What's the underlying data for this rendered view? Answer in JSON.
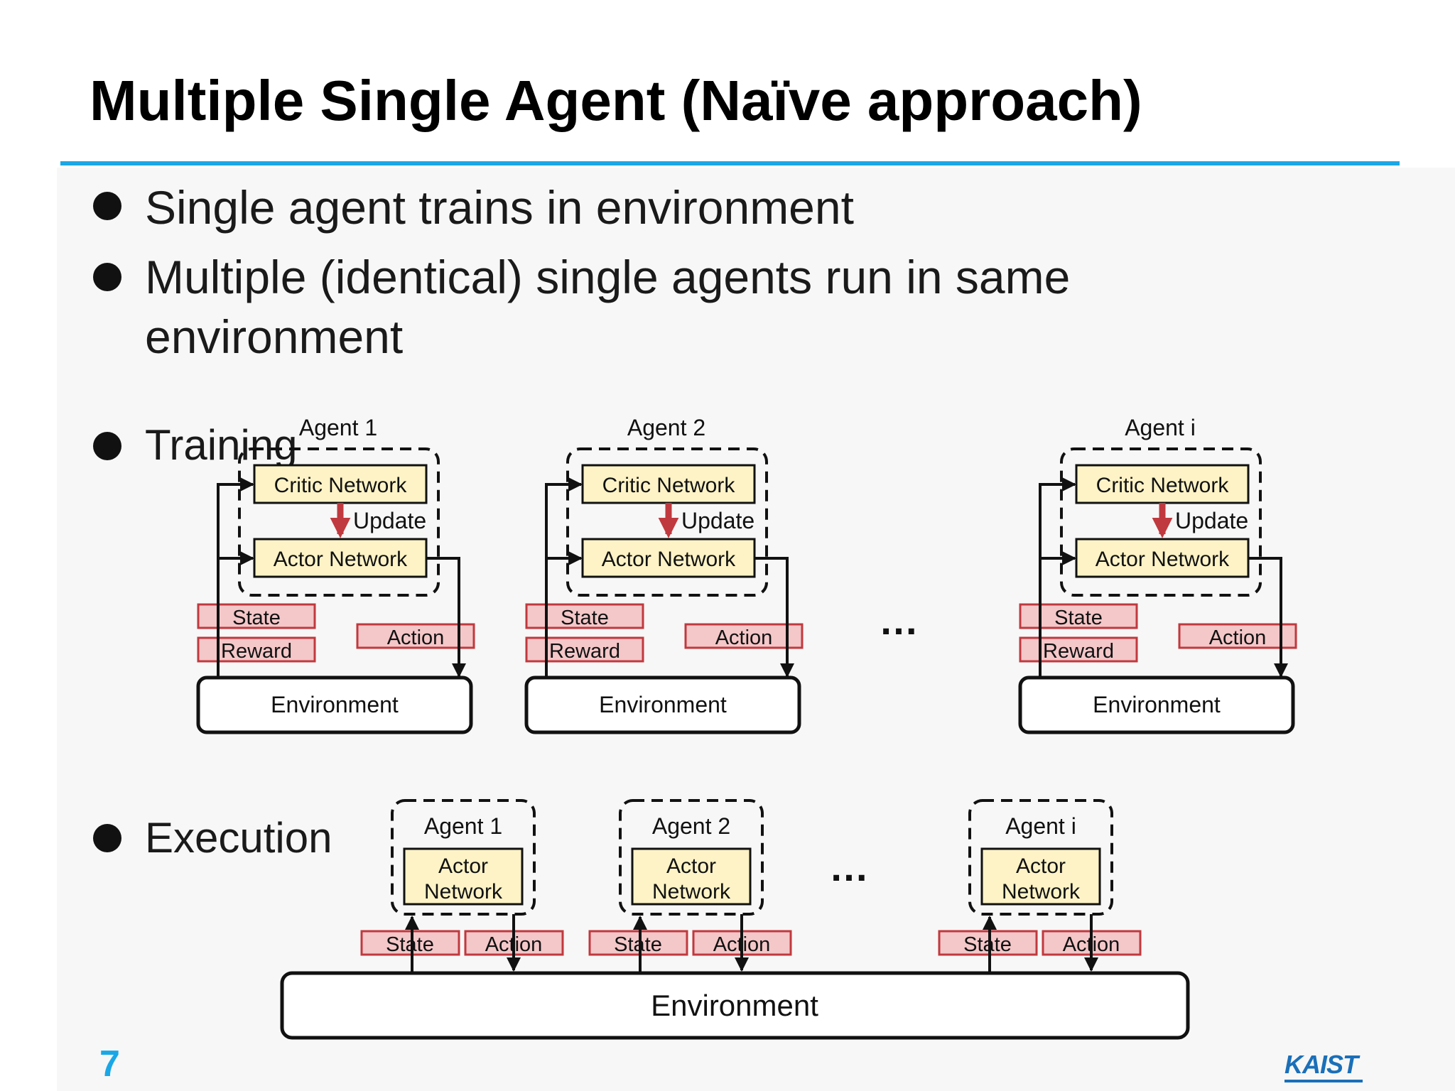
{
  "slide": {
    "title": "Multiple Single Agent (Naïve approach)",
    "page_number": "7",
    "logo_text": "KAIST"
  },
  "bullets": [
    {
      "text": "Single agent trains in environment"
    },
    {
      "text_line1": "Multiple (identical) single agents run in same",
      "text_line2": "environment"
    },
    {
      "text": "Training"
    },
    {
      "text": "Execution"
    }
  ],
  "training": {
    "agents": [
      {
        "label": "Agent 1",
        "critic": "Critic Network",
        "update": "Update",
        "actor": "Actor Network",
        "state": "State",
        "reward": "Reward",
        "action": "Action",
        "environment": "Environment"
      },
      {
        "label": "Agent 2",
        "critic": "Critic Network",
        "update": "Update",
        "actor": "Actor Network",
        "state": "State",
        "reward": "Reward",
        "action": "Action",
        "environment": "Environment"
      },
      {
        "label": "Agent i",
        "critic": "Critic Network",
        "update": "Update",
        "actor": "Actor Network",
        "state": "State",
        "reward": "Reward",
        "action": "Action",
        "environment": "Environment"
      }
    ],
    "ellipsis": "…"
  },
  "execution": {
    "agents": [
      {
        "label": "Agent 1",
        "actor_line1": "Actor",
        "actor_line2": "Network",
        "state": "State",
        "action": "Action"
      },
      {
        "label": "Agent 2",
        "actor_line1": "Actor",
        "actor_line2": "Network",
        "state": "State",
        "action": "Action"
      },
      {
        "label": "Agent i",
        "actor_line1": "Actor",
        "actor_line2": "Network",
        "state": "State",
        "action": "Action"
      }
    ],
    "ellipsis": "…",
    "environment": "Environment"
  },
  "colors": {
    "accent": "#1aa7e6",
    "network_fill": "#fdf3c6",
    "signal_fill": "#f4c7c9",
    "signal_stroke": "#c0393e",
    "update_arrow": "#c0393e"
  }
}
